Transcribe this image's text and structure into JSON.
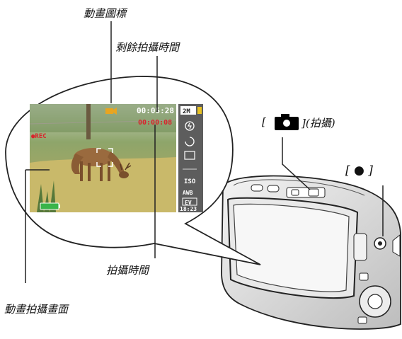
{
  "callouts": {
    "movie_icon_label": "動畫圖標",
    "remaining_time_label": "剩餘拍攝時間",
    "shutter_button_label_suffix": "](拍攝)",
    "shutter_button_label_prefix": "[",
    "movie_button_label": "[ ● ]",
    "recording_time_label": "拍攝時間",
    "movie_screen_label": "動畫拍攝畫面"
  },
  "lcd": {
    "remaining_time": "00:05:28",
    "recording_time": "00:00:08",
    "rec_indicator": "●REC",
    "image_size": "2M",
    "iso": "ISO",
    "awb": "AWB",
    "ev": "EV",
    "clock": "18:23"
  },
  "colors": {
    "rec_red": "#d8242c",
    "battery_green": "#39b44a",
    "lcd_panel": "#5d5d5d"
  }
}
